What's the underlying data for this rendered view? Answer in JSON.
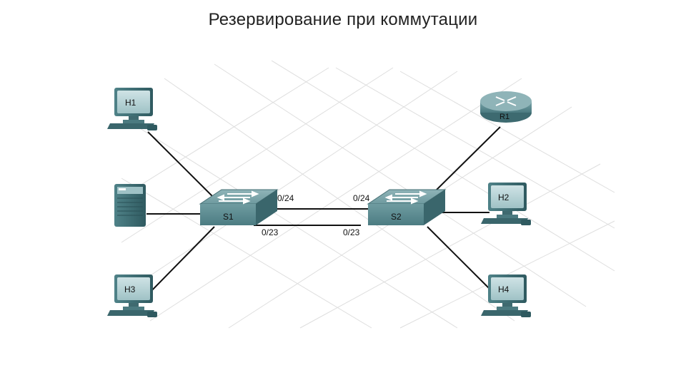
{
  "title": "Резервирование при коммутации",
  "devices": {
    "h1": "H1",
    "h2": "H2",
    "h3": "H3",
    "h4": "H4",
    "r1": "R1",
    "s1": "S1",
    "s2": "S2"
  },
  "ports": {
    "s1_top": "0/24",
    "s2_top": "0/24",
    "s1_bottom": "0/23",
    "s2_bottom": "0/23"
  },
  "colors": {
    "device_teal": "#5d8e93",
    "device_dark": "#3d6a70",
    "link": "#111111",
    "grid": "#d9d9d9"
  }
}
